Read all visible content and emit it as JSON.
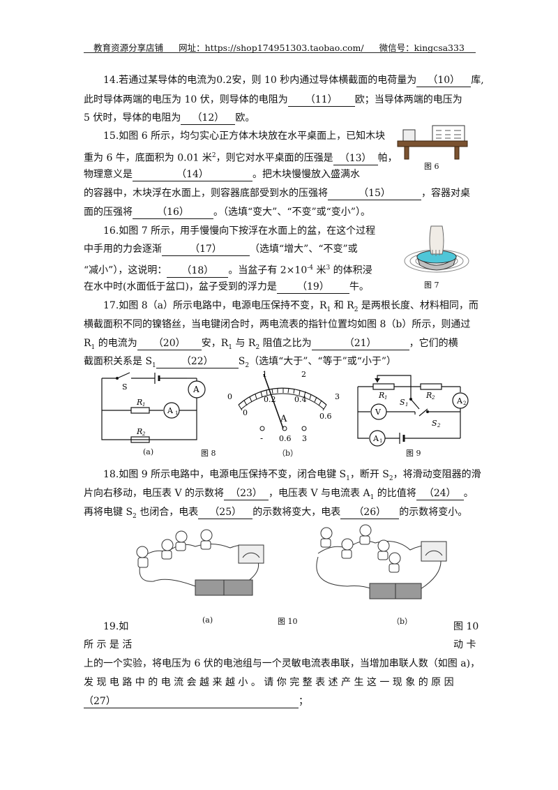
{
  "header": {
    "shop": "教育资源分享店铺",
    "url_label": "网址：https://shop174951303.taobao.com/",
    "wechat": "微信号：kingcsa333"
  },
  "q14": {
    "l1a": "14.若通过某导体的电流为0.2安，则 10 秒内通过导体横截面的电荷量为",
    "b10": "（10）",
    "l1b": "库,",
    "l2a": "此时导体两端的电压为 10 伏，则导体的电阻为",
    "b11": "（11）",
    "l2b": "欧；当导体两端的电压为",
    "l3a": "5 伏时，导体的电阻为",
    "b12": "（12）",
    "l3b": "欧。"
  },
  "q15": {
    "l1": "15.如图 6 所示，均匀实心正方体木块放在水平桌面上，已知木块",
    "l2a": "重为 6 牛，底面积为 0.01 米",
    "l2sup": "2",
    "l2b": "，则它对水平桌面的压强是",
    "b13": "（13）",
    "l2c": "帕，",
    "l3a": "物理意义是",
    "b14": "（14）",
    "l3b": "。把木块慢慢放入盛满水",
    "l4a": "的容器中，木块浮在水面上，则容器底部受到水的压强将",
    "b15": "（15）",
    "l4b": "，容器对桌",
    "l5a": "面的压强将",
    "b16": "（16）",
    "l5b": "。（选填“变大”、“不变”或“变小”）。",
    "fig": "图 6"
  },
  "q16": {
    "l1": "16.如图 7 所示，用手慢慢向下按浮在水面上的盆，在这个过程",
    "l2a": "中手用的力会逐渐",
    "b17": "（17）",
    "l2b": "（选填“增大”、“不变”或",
    "l3a": "“减小”），这说明：",
    "b18": "（18）",
    "l3b": "。当盆子有 2×10",
    "l3sup": "-4",
    "l3c": " 米",
    "l3sup2": "3",
    "l3d": " 的体积浸",
    "l4a": "在水中时(水面低于盆口)，盆子受到的浮力是",
    "b19": "（19）",
    "l4b": "牛。",
    "fig": "图 7"
  },
  "q17": {
    "l1a": "17.如图 8（a）所示电路中，电源电压保持不变，R",
    "l1b": " 和 R",
    "l1c": " 是两根长度、材料相同，而",
    "l2": "横截面积不同的镍铬丝，当电键闭合时，两电流表的指针位置均如图 8（b）所示，则通过",
    "l3a": "R",
    "l3b": " 的电流为",
    "b20": "（20）",
    "l3c": "安，R",
    "l3d": " 与 R",
    "l3e": " 阻值之比为",
    "b21": "（21）",
    "l3f": "，它们的横",
    "l4a": "截面积关系是 S",
    "b22": "（22）",
    "l4b": "S",
    "l4c": "（选填“大于”、“等于”或“小于”）",
    "sub1": "1",
    "sub2": "2"
  },
  "fig8": {
    "S": "S",
    "A": "A",
    "A1": "A",
    "R1": "R",
    "R2": "R",
    "sub1": "1",
    "sub2": "2",
    "a": "(a)",
    "b": "（b）",
    "cap": "图 8",
    "t0": "0",
    "t1": "1",
    "t2": "2",
    "t3": "3",
    "b0": "0",
    "b02": "0.2",
    "b04": "0.4",
    "b06": "0.6",
    "meterA": "A",
    "minus": "-",
    "t06": "0.6",
    "t3b": "3"
  },
  "fig9": {
    "R1": "R",
    "R2": "R",
    "S1": "S",
    "S2": "S",
    "V": "V",
    "A": "A",
    "A1": "A",
    "sub1": "1",
    "sub2": "2",
    "cap": "图 9"
  },
  "q18": {
    "l1a": "18.如图 9 所示电路中，电源电压保持不变，闭合电键 S",
    "l1b": "，断开 S",
    "l1c": "，将滑动变阻器的滑",
    "l2a": "片向右移动，电压表 V 的示数将",
    "b23": "（23）",
    "l2b": "，电压表 V 与电流表 A",
    "l2c": " 的比值将",
    "b24": "（24）",
    "l2d": "。",
    "l3a": "再将电键 S",
    "l3b": " 也闭合，电表",
    "b25": "（25）",
    "l3c": "的示数将变大，电表",
    "b26": "（26）",
    "l3d": "的示数将变小。",
    "sub1": "1",
    "sub2": "2"
  },
  "fig10": {
    "a": "(a)",
    "b": "（b）",
    "cap": "图 10",
    "cap2": "图 10"
  },
  "q19": {
    "l1a": "19.如",
    "l2a": "所 示 是 活",
    "l2b": "动 卡",
    "l3": "上的一个实验，将电压为 6 伏的电池组与一个灵敏电流表串联，当增加串联人数（如图 a)，",
    "l4": "发 现 电 路 中 的 电 流 会 越 来 越 小 。 请 你 完 整 表 述 产 生 这 一 现 象 的 原 因",
    "b27": "（27）",
    "l5end": "；"
  }
}
